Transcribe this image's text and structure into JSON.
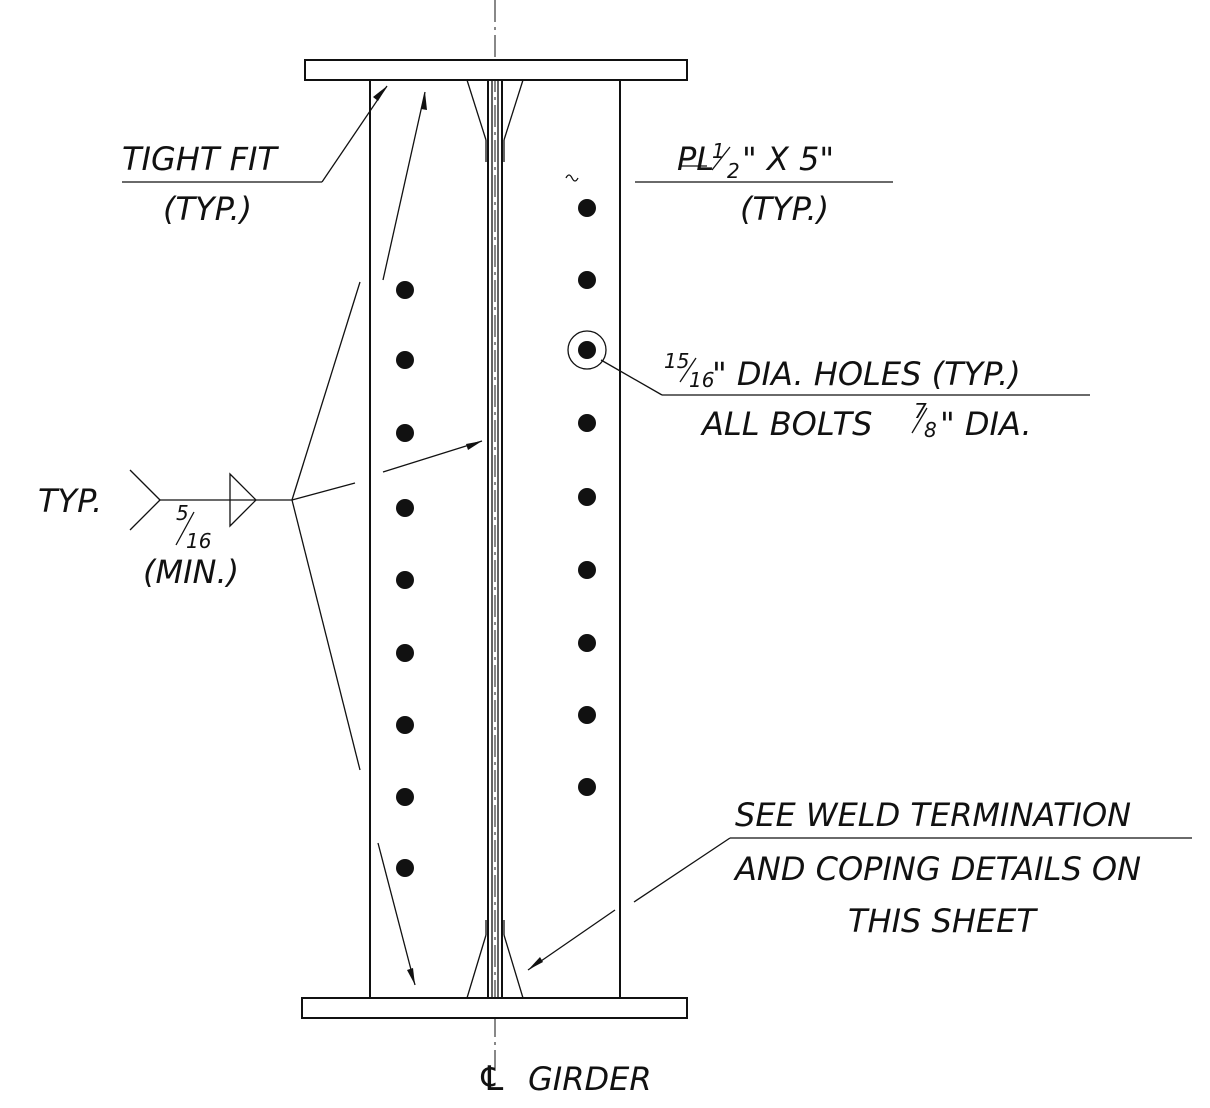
{
  "notes": {
    "tight_fit": {
      "line1": "TIGHT FIT",
      "line2": "(TYP.)"
    },
    "plate": {
      "prefix": "PL",
      "whole1": "",
      "num1": "1",
      "den1": "2",
      "mid": "\" X 5\"",
      "line2": "(TYP.)"
    },
    "holes": {
      "num": "15",
      "den": "16",
      "line1_rest": " \" DIA. HOLES (TYP.)",
      "line2_a": "ALL BOLTS ",
      "num2": "7",
      "den2": "8",
      "line2_b": "\" DIA."
    },
    "weld": {
      "typ": "TYP.",
      "num": "5",
      "den": "16",
      "min": "(MIN.)"
    },
    "termination": {
      "line1": "SEE WELD TERMINATION",
      "line2": "AND COPING DETAILS ON",
      "line3": "THIS SHEET"
    },
    "centerline": {
      "symbol": "℄",
      "label": "GIRDER"
    }
  },
  "bolts": {
    "left_row_count": 9,
    "right_row_count": 9,
    "circled_bolt": "right row, 3rd from top"
  }
}
